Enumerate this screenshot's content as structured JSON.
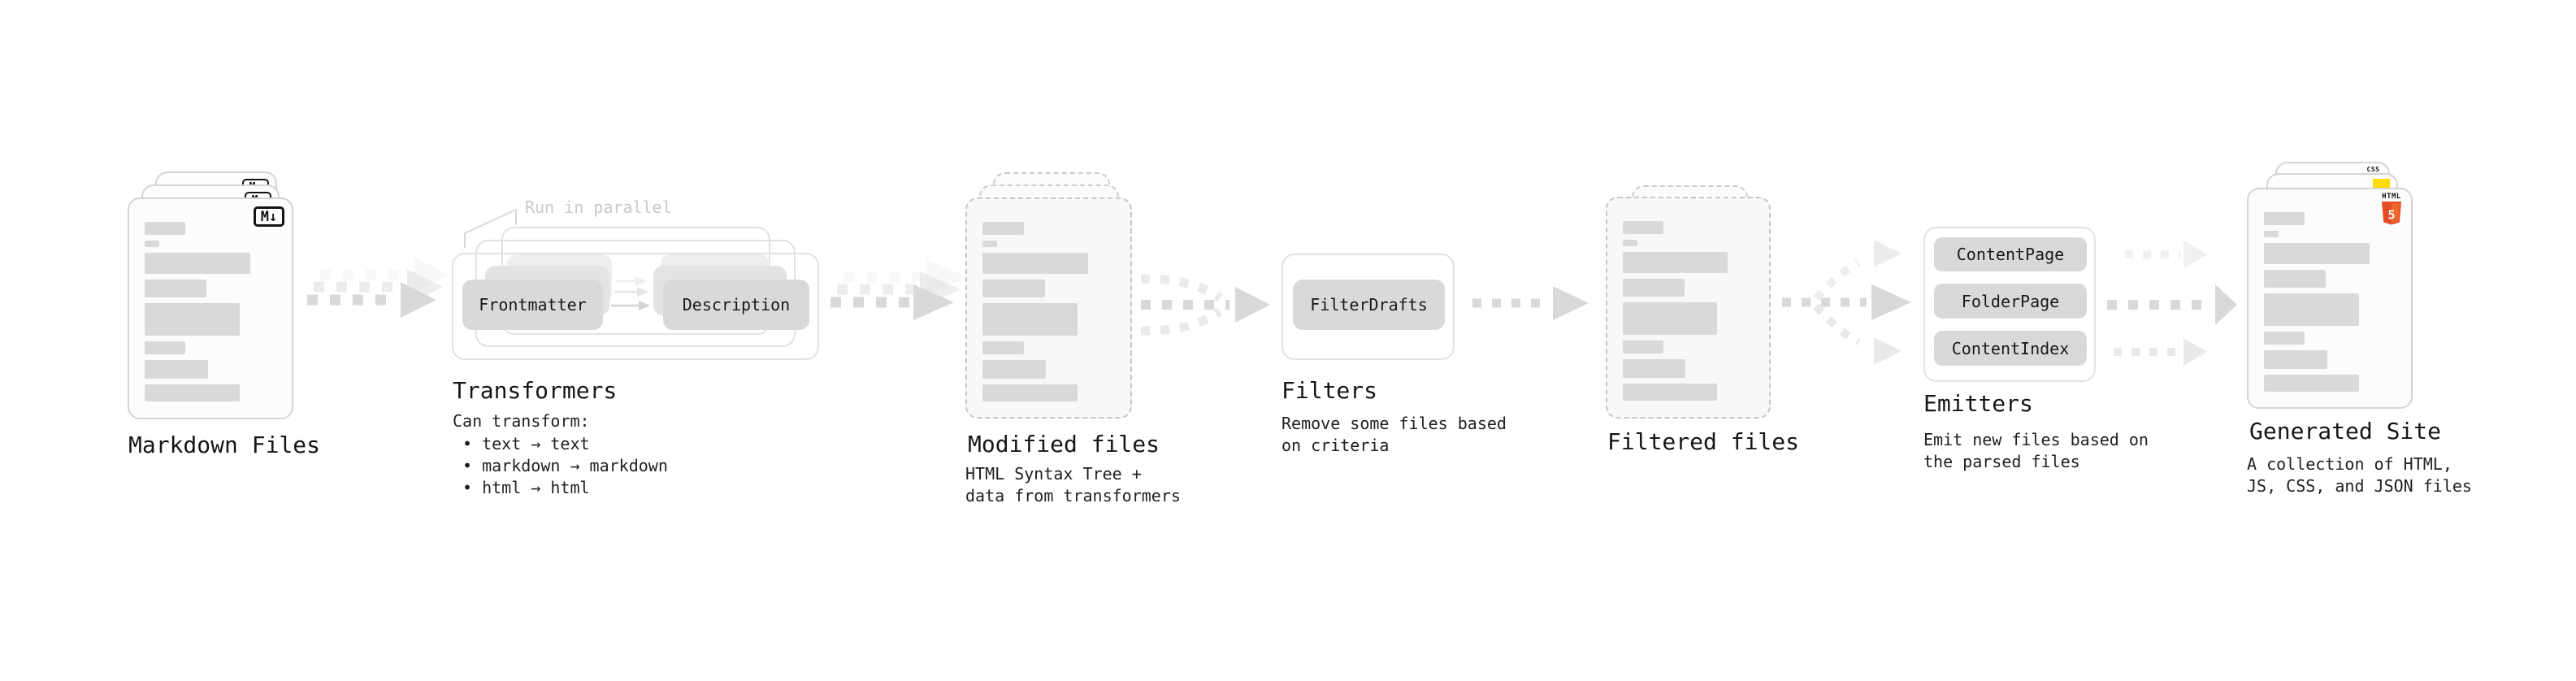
{
  "pipeline": {
    "markdown": {
      "title": "Markdown Files",
      "badge": "M↓"
    },
    "transformers": {
      "title": "Transformers",
      "annotation": "Run in parallel",
      "pill_left": "Frontmatter",
      "pill_right": "Description",
      "caption": "Can transform:",
      "bullets": [
        "• text → text",
        "• markdown → markdown",
        "• html → html"
      ]
    },
    "modified": {
      "title": "Modified files",
      "caption_lines": [
        "HTML Syntax Tree +",
        "data from transformers"
      ]
    },
    "filters": {
      "title": "Filters",
      "pill": "FilterDrafts",
      "caption_lines": [
        "Remove some files based",
        "on criteria"
      ]
    },
    "filtered": {
      "title": "Filtered files"
    },
    "emitters": {
      "title": "Emitters",
      "pills": [
        "ContentPage",
        "FolderPage",
        "ContentIndex"
      ],
      "caption_lines": [
        "Emit new files based on",
        "the parsed files"
      ]
    },
    "generated": {
      "title": "Generated Site",
      "html_badge_label": "HTML",
      "html_badge_number": "5",
      "css_badge": "CSS",
      "caption_lines": [
        "A collection of HTML,",
        "JS, CSS, and JSON files"
      ]
    }
  },
  "colors": {
    "bar": "#d9d9d9",
    "html_orange": "#e44d26",
    "html_orange_light": "#f16529",
    "js_yellow": "#ffdd00",
    "css_blue": "#2e6be9"
  }
}
